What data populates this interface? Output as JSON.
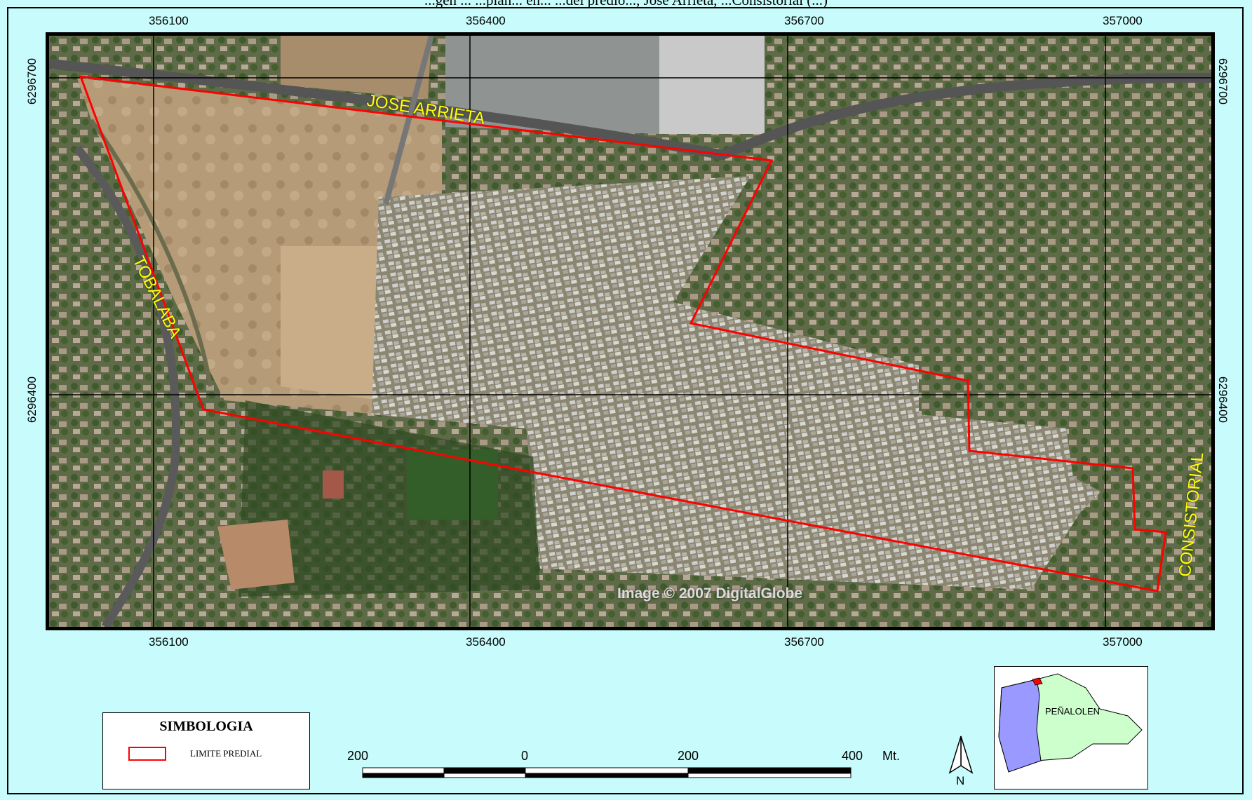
{
  "caption": "...gen ... ...plan... en... ...del predio..., Jose Arrieta, ...Consistorial (...)",
  "map": {
    "top_coords": [
      "356100",
      "356400",
      "356700",
      "357000"
    ],
    "bottom_coords": [
      "356100",
      "356400",
      "356700",
      "357000"
    ],
    "left_coords": [
      "6296700",
      "6296400"
    ],
    "right_coords": [
      "6296700",
      "6296400"
    ],
    "streets": {
      "jose_arrieta": "JOSE ARRIETA",
      "tobalaba": "TOBALABA",
      "consistorial": "CONSISTORIAL"
    },
    "watermark": "Image © 2007 DigitalGlobe",
    "boundary_color": "#ff0000",
    "label_color": "#ffff00"
  },
  "legend": {
    "title": "SIMBOLOGIA",
    "item_label": "LIMITE PREDIAL",
    "item_color": "#ff0000"
  },
  "scale": {
    "labels": [
      "200",
      "0",
      "200",
      "400"
    ],
    "unit": "Mt."
  },
  "north": {
    "label": "N"
  },
  "inset": {
    "label": "PEÑALOLEN",
    "land_color": "#ccffcc",
    "urban_color": "#9999ff",
    "site_color": "#ff0000"
  }
}
